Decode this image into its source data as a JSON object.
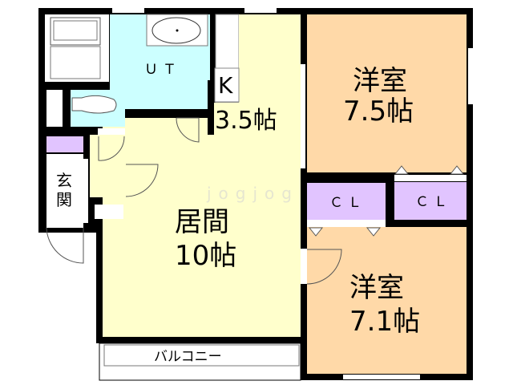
{
  "colors": {
    "wall": "#000000",
    "living": "#ffffcc",
    "bedroom": "#ffd9a8",
    "wet_area": "#ccffff",
    "closet": "#e1c4ff",
    "fixture": "#ffffff"
  },
  "rooms": {
    "utility": {
      "label": "ＵＴ"
    },
    "kitchen": {
      "label": "K",
      "size": "3.5帖"
    },
    "bedroom_north": {
      "label": "洋室",
      "size": "7.5帖"
    },
    "closet_1": {
      "label": "ＣＬ"
    },
    "closet_2": {
      "label": "ＣＬ"
    },
    "bedroom_south": {
      "label": "洋室",
      "size": "7.1帖"
    },
    "living": {
      "label": "居間",
      "size": "10帖"
    },
    "entrance": {
      "label_1": "玄",
      "label_2": "関"
    },
    "balcony": {
      "label": "バルコニー"
    }
  },
  "watermark": "jogjog"
}
